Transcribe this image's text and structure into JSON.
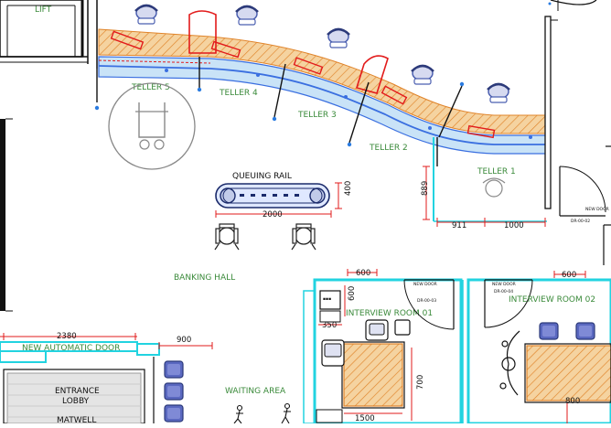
{
  "labels": {
    "lift": "LIFT",
    "teller5": "TELLER 5",
    "teller4": "TELLER 4",
    "teller3": "TELLER 3",
    "teller2": "TELLER 2",
    "teller1": "TELLER 1",
    "queuing_rail": "QUEUING RAIL",
    "banking_hall": "BANKING HALL",
    "interview_room_01": "INTERVIEW ROOM  01",
    "interview_room_02": "INTERVIEW ROOM  02",
    "new_automatic_door": "NEW AUTOMATIC DOOR",
    "entrance_lobby_1": "ENTRANCE",
    "entrance_lobby_2": "LOBBY",
    "matwell": "MATWELL",
    "waiting_area": "WAITING AREA",
    "new_door_1": "NEW DOOR",
    "new_door_2": "NEW DOOR",
    "new_door_3": "NEW DOOR",
    "door_tag_1": "DR-00-02",
    "door_tag_2": "DR-00-03",
    "door_tag_3": "DR-00-04"
  },
  "dimensions": {
    "rail_length": "2000",
    "rail_depth": "400",
    "teller1_depth": "889",
    "teller1_offset": "911",
    "teller1_width": "1000",
    "room01_top": "600",
    "room01_side": "600",
    "room01_small": "350",
    "room02_top": "600",
    "lobby_width": "2380",
    "door_900": "900",
    "desk_700": "700",
    "desk_1500": "1500",
    "desk_800": "800"
  },
  "colors": {
    "counter_fill": "#f2c98a",
    "counter_hatch": "#e07a20",
    "rail_blue": "#3a6fe0",
    "glass_blue": "#c9e3f7",
    "cyan_wall": "#22d3e0",
    "dimension_red": "#e21b1b",
    "label_green": "#3a8a3a",
    "chair_blue": "#4b5fb0"
  }
}
